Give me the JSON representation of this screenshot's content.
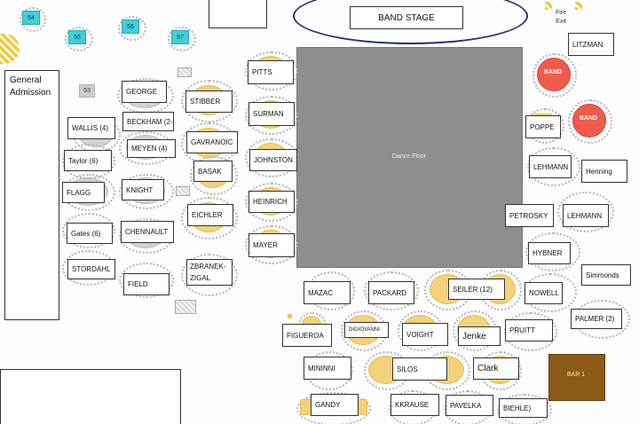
{
  "stage": "BAND STAGE",
  "dance_floor": "Dance Floor",
  "fire_exit": "Fire Exit",
  "general_admission": "General Admission",
  "bar": "BAR 1",
  "band_labels": [
    "BAND",
    "BAND"
  ],
  "small_tables": {
    "t54": "54",
    "t55": "55",
    "t56": "56",
    "t57": "57",
    "t53": "53"
  },
  "names": {
    "litzman": "LITZMAN",
    "pitts": "PITTS",
    "george": "GEORGE",
    "stiber": "STIBBER",
    "wallis": "WALLIS (4)",
    "beckham": "BECKHAM (2-",
    "surman": "SURMAN",
    "poppe": "POPPE",
    "meyen": "MEYEN (4)",
    "gavranoic": "GAVRANOIC",
    "taylor": "Taylor (6)",
    "johnston": "JOHNSTON",
    "lehmann1": "LEHMANN",
    "henning": "Henning",
    "basak": "BASAK",
    "flagg": "FLAGG",
    "knight": "KNIGHT",
    "heinrich": "HEINRICH",
    "eichler": "EICHLER",
    "petrosky": "PETROSKY",
    "lehmann2": "LEHMANN",
    "gates": "Gates (6)",
    "chennault": "CHENNAULT",
    "mayer": "MAYER",
    "hybner": "HYBNER",
    "stordahl": "STORDAHL",
    "zbranek": "ZBRANEK-ZIGAL",
    "field": "FIELD",
    "simmonds": "Simmonds",
    "mazac": "MAZAC",
    "packard": "PACKARD",
    "seiler": "SEILER (12)",
    "nowell": "NOWELL",
    "palmer": "PALMER (2)",
    "figueroa": "FIGUEROA",
    "digiovanni": "DIGIOVANNI",
    "voight": "VOIGHT",
    "jenke": "Jenke",
    "pruitt": "PRUITT",
    "mininni": "MININNI",
    "silos": "SILOS",
    "clark": "Clark",
    "gandy": "GANDY",
    "kkrause": "KKRAUSE",
    "pavelka": "PAVELKA",
    "biehle": "BIEHLE)"
  },
  "colors": {
    "gold_table": "#f2d27a",
    "grey_table": "#cfd3d6",
    "band_table": "#ef5b4d",
    "teal_table": "#40d0d8",
    "dance_floor": "#8e8e8e",
    "stage_outline": "#22356f",
    "bar": "#8b5a16"
  }
}
